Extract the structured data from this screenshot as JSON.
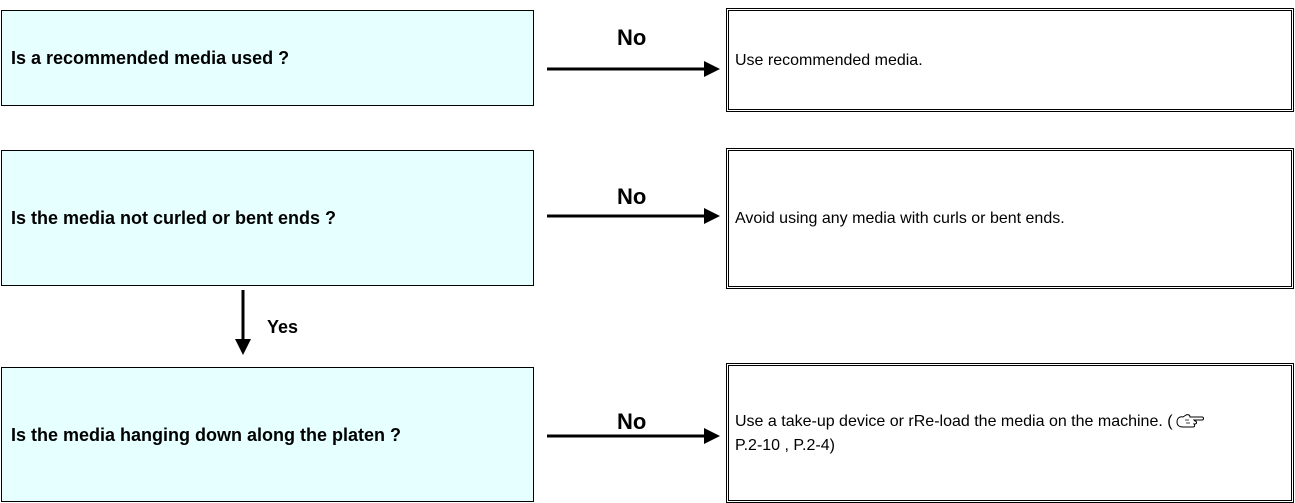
{
  "steps": [
    {
      "question": "Is a recommended media used ?",
      "branch_label": "No",
      "answer": "Use recommended media."
    },
    {
      "question": "Is the media not curled or bent ends ?",
      "branch_label": "No",
      "answer": "Avoid using any media with curls or bent ends."
    },
    {
      "question": "Is the media hanging down along the platen ?",
      "branch_label": "No",
      "answer_prefix": "Use a take-up device or rRe-load the media on the machine. (",
      "answer_ref_icon": "pointing-hand-icon",
      "answer_suffix": " P.2-10 , P.2-4)"
    }
  ],
  "yes_label": "Yes",
  "colors": {
    "question_fill": "#e6ffff",
    "line": "#000000"
  }
}
